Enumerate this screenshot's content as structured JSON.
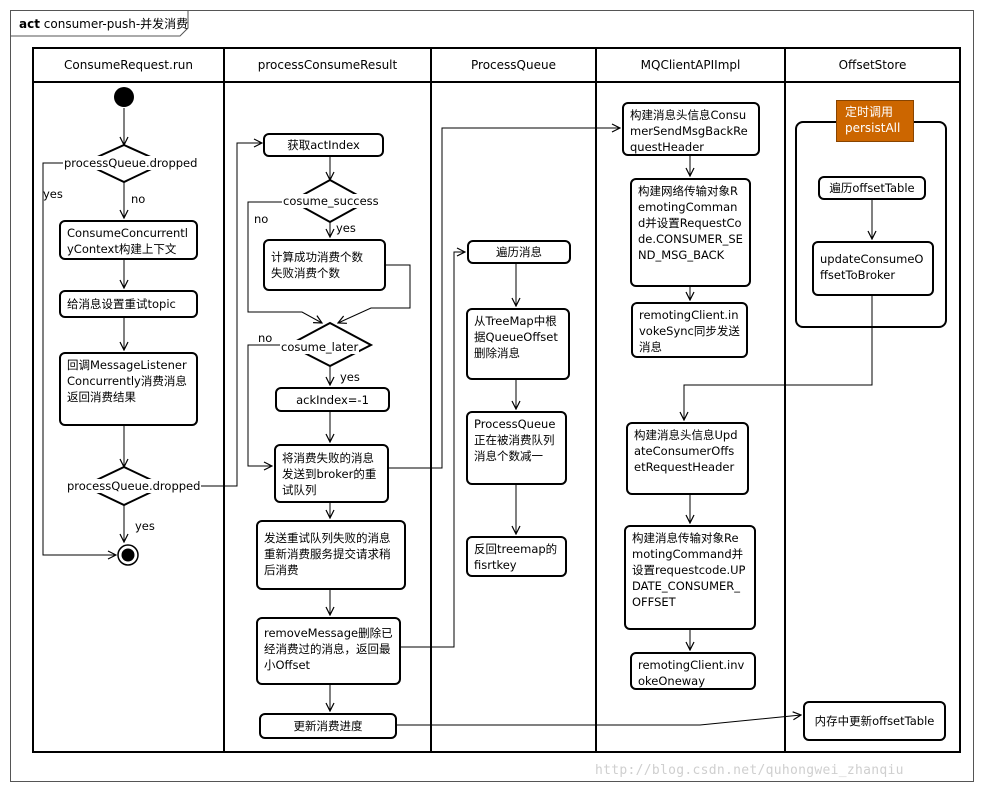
{
  "diagram": {
    "frame_keyword": "act",
    "frame_name": "consumer-push-并发消费",
    "lanes": [
      {
        "id": "lane1",
        "title": "ConsumeRequest.run"
      },
      {
        "id": "lane2",
        "title": "processConsumeResult"
      },
      {
        "id": "lane3",
        "title": "ProcessQueue"
      },
      {
        "id": "lane4",
        "title": "MQClientAPIImpl"
      },
      {
        "id": "lane5",
        "title": "OffsetStore"
      }
    ],
    "lane1": {
      "decision1": "processQueue.dropped",
      "yes1": "yes",
      "no1": "no",
      "step1": "ConsumeConcurrentlyContext构建上下文",
      "step2": "给消息设置重试topic",
      "step3": "回调MessageListenerConcurrently消费消息返回消费结果",
      "decision2": "processQueue.dropped",
      "yes2": "yes"
    },
    "lane2": {
      "step1": "获取actIndex",
      "decision1": "cosume_success",
      "yes1": "yes",
      "no1": "no",
      "step2": "计算成功消费个数\n失败消费个数",
      "decision2": "cosume_later",
      "yes2": "yes",
      "no2": "no",
      "step3": "ackIndex=-1",
      "step4": "将消费失败的消息发送到broker的重试队列",
      "step5": "发送重试队列失败的消息重新消费服务提交请求稍后消费",
      "step6": "removeMessage删除已经消费过的消息，返回最小Offset",
      "step7": "更新消费进度"
    },
    "lane3": {
      "step1": "遍历消息",
      "step2": "从TreeMap中根据QueueOffset删除消息",
      "step3": "ProcessQueue正在被消费队列消息个数减一",
      "step4": "反回treemap的fisrtkey"
    },
    "lane4": {
      "step1": "构建消息头信息ConsumerSendMsgBackRequestHeader",
      "step2": "构建网络传输对象RemotingCommand并设置RequestCode.CONSUMER_SEND_MSG_BACK",
      "step3": "remotingClient.invokeSync同步发送消息",
      "step4": "构建消息头信息UpdateConsumerOffsetRequestHeader",
      "step5": "构建消息传输对象RemotingCommand并设置requestcode.UPDATE_CONSUMER_OFFSET",
      "step6": "remotingClient.invokeOneway"
    },
    "lane5": {
      "note": "定时调用persistAll",
      "step1": "遍历offsetTable",
      "step2": "updateConsumeOffsetToBroker",
      "step3": "内存中更新offsetTable"
    },
    "note_color": "#cc6600",
    "watermark": "http://blog.csdn.net/quhongwei_zhanqiu"
  }
}
